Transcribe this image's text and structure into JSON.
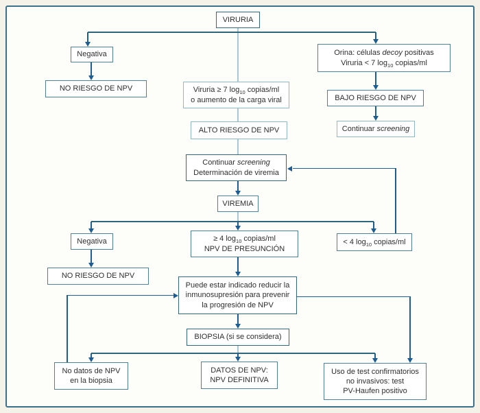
{
  "palette": {
    "frame_border": "#3a7089",
    "box_border": "#4d8096",
    "structural_line": "#2f6578",
    "pale_connector": "#aac8d2",
    "arrow": "#1c5d94",
    "text": "#2e2e2e",
    "canvas": "#fdfdfa",
    "page_background": "#f5f2ea"
  },
  "nodes": {
    "viruria": {
      "label": "VIRURIA"
    },
    "negativa_top": {
      "label": "Negativa"
    },
    "no_riesgo_top": {
      "label": "NO RIESGO DE NPV"
    },
    "orina": {
      "l1a": "Orina: células ",
      "l1b": "decoy",
      "l1c": " positivas",
      "l2a": "Viruria < 7 log",
      "l2sub": "10",
      "l2b": " copias/ml"
    },
    "bajo_riesgo": {
      "label": "BAJO RIESGO DE NPV"
    },
    "cont_screening": {
      "a": "Continuar ",
      "b": "screening"
    },
    "viruria7": {
      "l1a": "Viruria ≥ 7 log",
      "l1sub": "10",
      "l1b": " copias/ml",
      "l2": "o aumento de la carga viral"
    },
    "alto_riesgo": {
      "label": "ALTO RIESGO DE NPV"
    },
    "cont_det": {
      "l1a": "Continuar ",
      "l1b": "screening",
      "l2": "Determinación de viremia"
    },
    "viremia": {
      "label": "VIREMIA"
    },
    "negativa_bottom": {
      "label": "Negativa"
    },
    "no_riesgo_bottom": {
      "label": "NO RIESGO DE NPV"
    },
    "ge4": {
      "l1a": "≥ 4 log",
      "l1sub": "10",
      "l1b": " copias/ml",
      "l2": "NPV DE PRESUNCIÓN"
    },
    "lt4": {
      "a": "< 4 log",
      "sub": "10",
      "b": " copias/ml"
    },
    "reducir": {
      "l1": "Puede estar indicado reducir la",
      "l2": "inmunosupresión para prevenir",
      "l3": "la progresión de NPV"
    },
    "biopsia": {
      "label": "BIOPSIA (si se considera)"
    },
    "no_datos": {
      "l1": "No datos de NPV",
      "l2": "en la biopsia"
    },
    "datos": {
      "l1": "DATOS DE NPV:",
      "l2": "NPV DEFINITIVA"
    },
    "uso_test": {
      "l1": "Uso de test confirmatorios",
      "l2": "no invasivos: test",
      "l3": "PV-Haufen positivo"
    }
  }
}
